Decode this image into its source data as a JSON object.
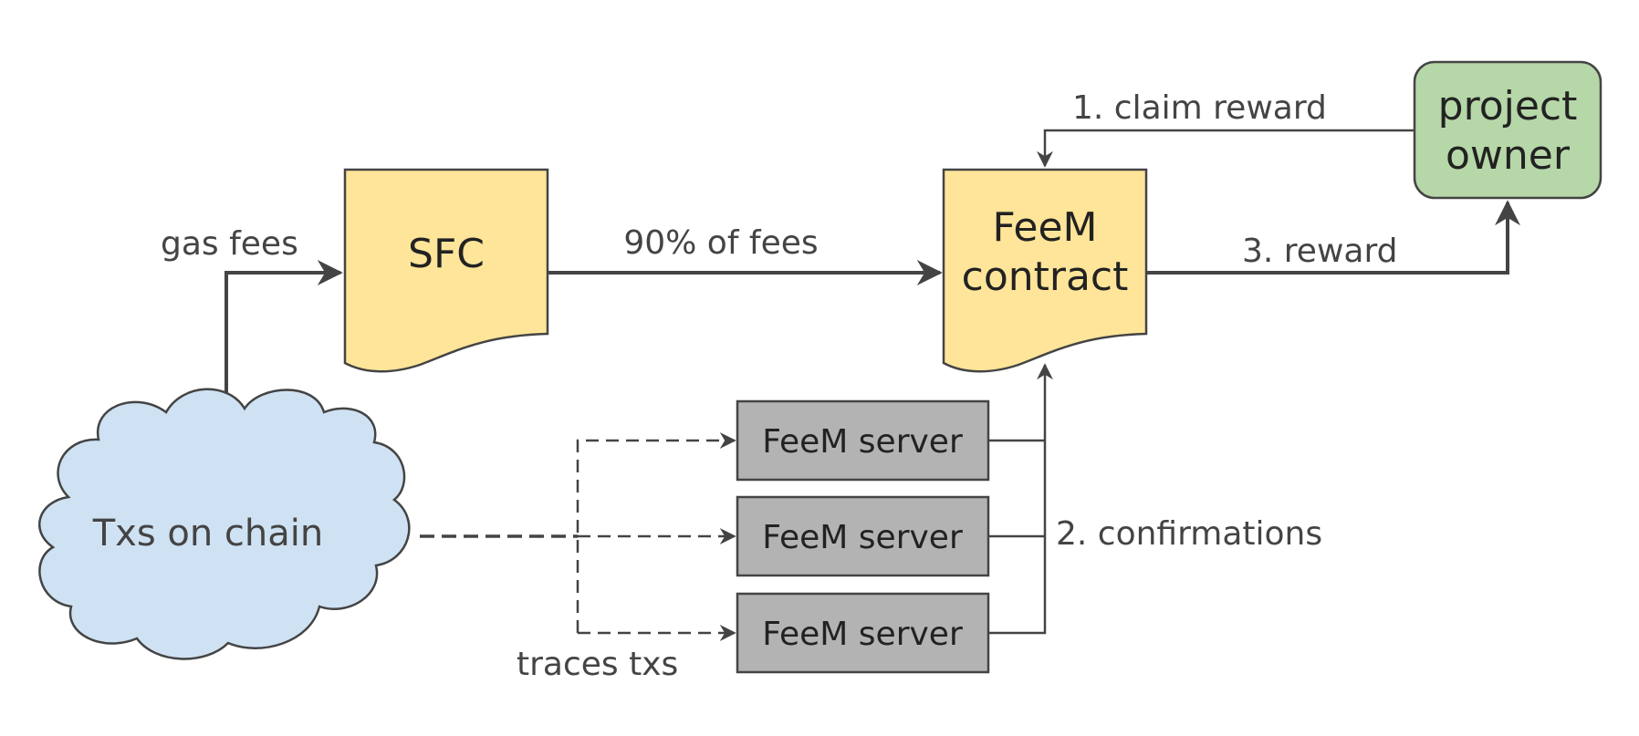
{
  "nodes": {
    "sfc": "SFC",
    "feem_contract": [
      "FeeM",
      "contract"
    ],
    "project_owner": [
      "project",
      "owner"
    ],
    "txs_on_chain": "Txs on chain",
    "servers": [
      "FeeM server",
      "FeeM server",
      "FeeM server"
    ]
  },
  "edges": {
    "gas_fees": "gas fees",
    "ninety_percent": "90% of fees",
    "claim_reward": "1. claim reward",
    "confirmations": "2. confirmations",
    "reward": "3. reward",
    "traces_txs": "traces txs"
  },
  "colors": {
    "document_fill": "#FFE599",
    "owner_fill": "#B6D7A8",
    "cloud_fill": "#CFE2F3",
    "server_fill": "#B3B3B3",
    "stroke": "#444444"
  }
}
